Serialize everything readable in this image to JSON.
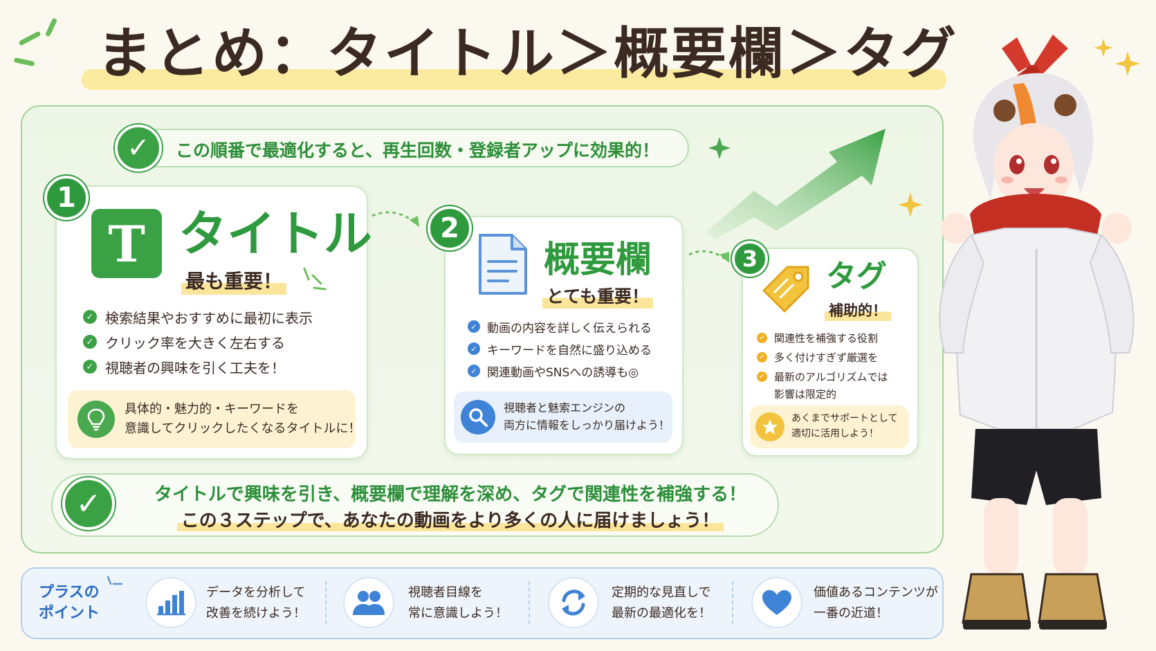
{
  "title": "まとめ：タイトル＞概要欄＞タグ",
  "banner": "この順番で最適化すると、再生回数・登録者アップに効果的！",
  "cards": [
    {
      "number": "1",
      "icon_letter": "T",
      "heading": "タイトル",
      "subheading": "最も重要！",
      "bullets": [
        "検索結果やおすすめに最初に表示",
        "クリック率を大きく左右する",
        "視聴者の興味を引く工夫を！"
      ],
      "tip": [
        "具体的・魅力的・キーワードを",
        "意識してクリックしたくなるタイトルに！"
      ]
    },
    {
      "number": "2",
      "heading": "概要欄",
      "subheading": "とても重要！",
      "bullets": [
        "動画の内容を詳しく伝えられる",
        "キーワードを自然に盛り込める",
        "関連動画やSNSへの誘導も◎"
      ],
      "tip": [
        "視聴者と魅索エンジンの",
        "両方に情報をしっかり届けよう！"
      ]
    },
    {
      "number": "3",
      "heading": "タグ",
      "subheading": "補助的！",
      "bullets": [
        "関連性を補強する役割",
        "多く付けすぎず厳選を",
        "最新のアルゴリズムでは",
        "影響は限定的"
      ],
      "tip": [
        "あくまでサポートとして",
        "適切に活用しよう！"
      ]
    }
  ],
  "summary": {
    "line1": "タイトルで興味を引き、概要欄で理解を深め、タグで関連性を補強する！",
    "line2": "この３ステップで、あなたの動画をより多くの人に届けましょう！"
  },
  "plus": {
    "title": [
      "プラスの",
      "ポイント"
    ],
    "items": [
      {
        "icon": "bar-chart-icon",
        "text": [
          "データを分析して",
          "改善を続けよう！"
        ]
      },
      {
        "icon": "users-icon",
        "text": [
          "視聴者目線を",
          "常に意識しよう！"
        ]
      },
      {
        "icon": "refresh-icon",
        "text": [
          "定期的な見直しで",
          "最新の最適化を！"
        ]
      },
      {
        "icon": "heart-icon",
        "text": [
          "価値あるコンテンツが",
          "一番の近道！"
        ]
      }
    ]
  },
  "colors": {
    "green": "#2f9a3d",
    "blue": "#2a6cc0",
    "orange": "#f0b020",
    "highlight": "#fbe59a"
  }
}
